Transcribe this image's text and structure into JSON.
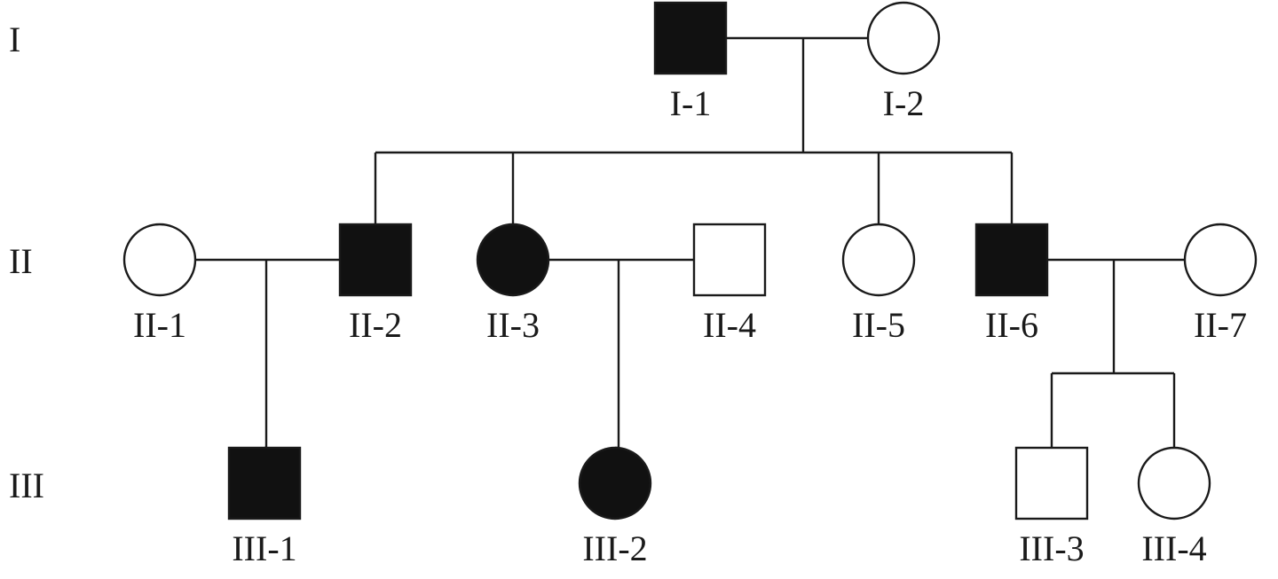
{
  "generations": [
    "I",
    "II",
    "III"
  ],
  "colors": {
    "affected": "#111111",
    "unaffected": "#ffffff",
    "line": "#1a1a1a"
  },
  "individuals": [
    {
      "id": "I-1",
      "label": "I-1",
      "sex": "male",
      "affected": true,
      "generation": "I"
    },
    {
      "id": "I-2",
      "label": "I-2",
      "sex": "female",
      "affected": false,
      "generation": "I"
    },
    {
      "id": "II-1",
      "label": "II-1",
      "sex": "female",
      "affected": false,
      "generation": "II"
    },
    {
      "id": "II-2",
      "label": "II-2",
      "sex": "male",
      "affected": true,
      "generation": "II"
    },
    {
      "id": "II-3",
      "label": "II-3",
      "sex": "female",
      "affected": true,
      "generation": "II"
    },
    {
      "id": "II-4",
      "label": "II-4",
      "sex": "male",
      "affected": false,
      "generation": "II"
    },
    {
      "id": "II-5",
      "label": "II-5",
      "sex": "female",
      "affected": false,
      "generation": "II"
    },
    {
      "id": "II-6",
      "label": "II-6",
      "sex": "male",
      "affected": true,
      "generation": "II"
    },
    {
      "id": "II-7",
      "label": "II-7",
      "sex": "female",
      "affected": false,
      "generation": "II"
    },
    {
      "id": "III-1",
      "label": "III-1",
      "sex": "male",
      "affected": true,
      "generation": "III"
    },
    {
      "id": "III-2",
      "label": "III-2",
      "sex": "female",
      "affected": true,
      "generation": "III"
    },
    {
      "id": "III-3",
      "label": "III-3",
      "sex": "male",
      "affected": false,
      "generation": "III"
    },
    {
      "id": "III-4",
      "label": "III-4",
      "sex": "female",
      "affected": false,
      "generation": "III"
    }
  ],
  "matings": [
    {
      "partners": [
        "I-1",
        "I-2"
      ],
      "children": [
        "II-2",
        "II-3",
        "II-5",
        "II-6"
      ]
    },
    {
      "partners": [
        "II-1",
        "II-2"
      ],
      "children": [
        "III-1"
      ]
    },
    {
      "partners": [
        "II-3",
        "II-4"
      ],
      "children": [
        "III-2"
      ]
    },
    {
      "partners": [
        "II-6",
        "II-7"
      ],
      "children": [
        "III-3",
        "III-4"
      ]
    }
  ]
}
